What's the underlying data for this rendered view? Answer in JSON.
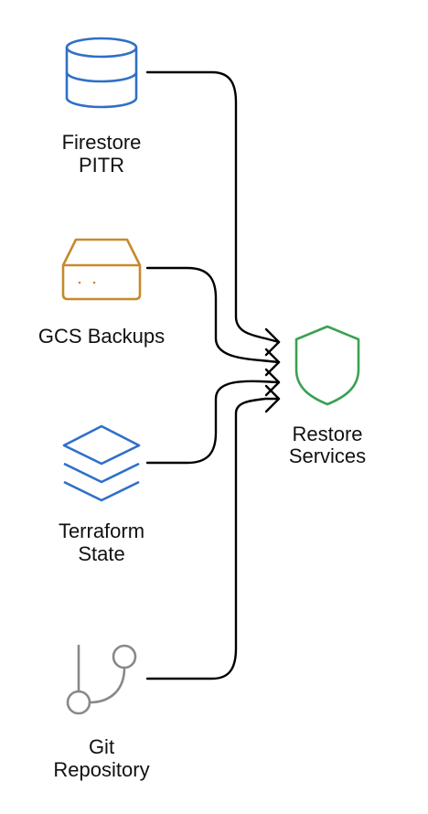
{
  "diagram": {
    "sources": [
      {
        "id": "firestore",
        "label_lines": [
          "Firestore",
          "PITR"
        ],
        "icon": "database-icon",
        "color": "#2f6fc7"
      },
      {
        "id": "gcs",
        "label_lines": [
          "GCS Backups"
        ],
        "icon": "storage-drive-icon",
        "color": "#c8892b"
      },
      {
        "id": "terraform",
        "label_lines": [
          "Terraform",
          "State"
        ],
        "icon": "layers-icon",
        "color": "#2f6fc7"
      },
      {
        "id": "git",
        "label_lines": [
          "Git",
          "Repository"
        ],
        "icon": "git-branch-icon",
        "color": "#888888"
      }
    ],
    "target": {
      "id": "restore",
      "label_lines": [
        "Restore",
        "Services"
      ],
      "icon": "shield-icon",
      "color": "#3aa152"
    },
    "connector_color": "#000000"
  }
}
